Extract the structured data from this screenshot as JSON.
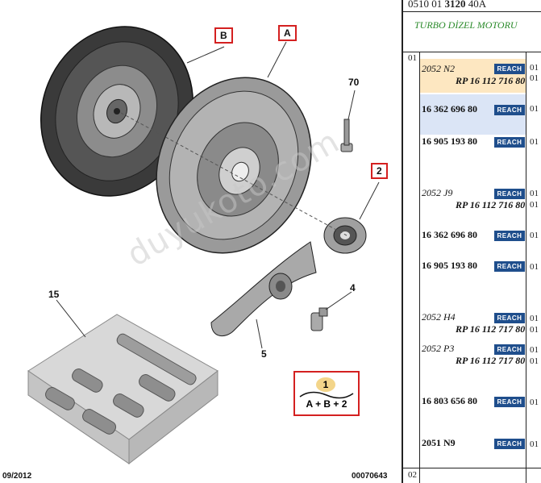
{
  "diagram": {
    "callouts": {
      "b": "B",
      "a": "A",
      "n70": "70",
      "n2": "2",
      "n4": "4",
      "n5": "5",
      "n15": "15"
    },
    "kit": {
      "badge": "1",
      "formula": "A + B + 2"
    },
    "watermark": "duyukoto.com",
    "footer_date": "09/2012",
    "footer_code": "00070643"
  },
  "panel": {
    "code_prefix": "0510 01 ",
    "code_bold": "3120",
    "code_suffix": " 40A",
    "engine_label": "TURBO DİZEL MOTORU",
    "index_top": "01",
    "index_bottom": "02",
    "reach_label": "REACH",
    "rows": [
      {
        "ref1": "2052 N2",
        "ref2": "RP 16 112 716 80",
        "q1": "01",
        "q2": "01"
      },
      {
        "ref1": "16 362 696 80",
        "q1": "01"
      },
      {
        "ref1": "16 905 193 80",
        "q1": "01"
      },
      {
        "ref1": "2052 J9",
        "ref2": "RP 16 112 716 80",
        "q1": "01",
        "q2": "01"
      },
      {
        "ref1": "16 362 696 80",
        "q1": "01"
      },
      {
        "ref1": "16 905 193 80",
        "q1": "01"
      },
      {
        "ref1": "2052 H4",
        "ref2": "RP 16 112 717 80",
        "q1": "01",
        "q2": "01"
      },
      {
        "ref1": "2052 P3",
        "ref2": "RP 16 112 717 80",
        "q1": "01",
        "q2": "01"
      },
      {
        "ref1": "16 803 656 80",
        "q1": "01"
      },
      {
        "ref1": "2051 N9",
        "q1": "01"
      }
    ]
  },
  "colors": {
    "callout_border": "#d42020",
    "engine_text": "#2a8a2a",
    "reach_bg": "#1f4e8c",
    "row_highlight_orange": "#fde7c1",
    "row_highlight_blue": "#dbe5f6"
  }
}
